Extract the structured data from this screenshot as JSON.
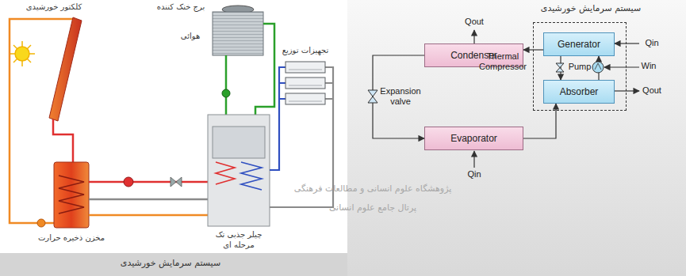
{
  "diagram": {
    "title": "سیستم سرمایش خورشیدی",
    "caption": "سیستم سرمایش خورشیدی",
    "nodes": [
      {
        "text": [
          "Condenser"
        ]
      },
      {
        "text": [
          "Thermal Compressor"
        ]
      },
      {
        "text": [
          "Generator"
        ],
        "in": 1
      },
      {
        "text": [
          "Absorber"
        ],
        "in": 1
      },
      {
        "text": [
          "Evaporator"
        ]
      }
    ],
    "edges": [
      {
        "from": 2,
        "to": 0,
        "arrow": "to"
      },
      {
        "from": 0,
        "to": 4,
        "arrow": "to"
      },
      {
        "from": 4,
        "to": 3,
        "arrow": "to"
      },
      {
        "from": 2,
        "to": 3,
        "arrow": "to"
      },
      {
        "from": 3,
        "to": 2,
        "arrow": "to"
      }
    ],
    "labels": [
      "کلکتور خورشیدی",
      "برج خنک کننده",
      "هوائی",
      "تجهیزات توزیع",
      "مخزن ذخیره حرارت",
      "چیلر جذبی تک مرحله ای",
      "Qout",
      "Qin",
      "Win",
      "Qout",
      "Qin",
      "Expansion valve",
      "Pump",
      "پژوهشگاه علوم انسانی و مطالعات فرهنگی",
      "پرتال جامع علوم انسانی"
    ]
  }
}
